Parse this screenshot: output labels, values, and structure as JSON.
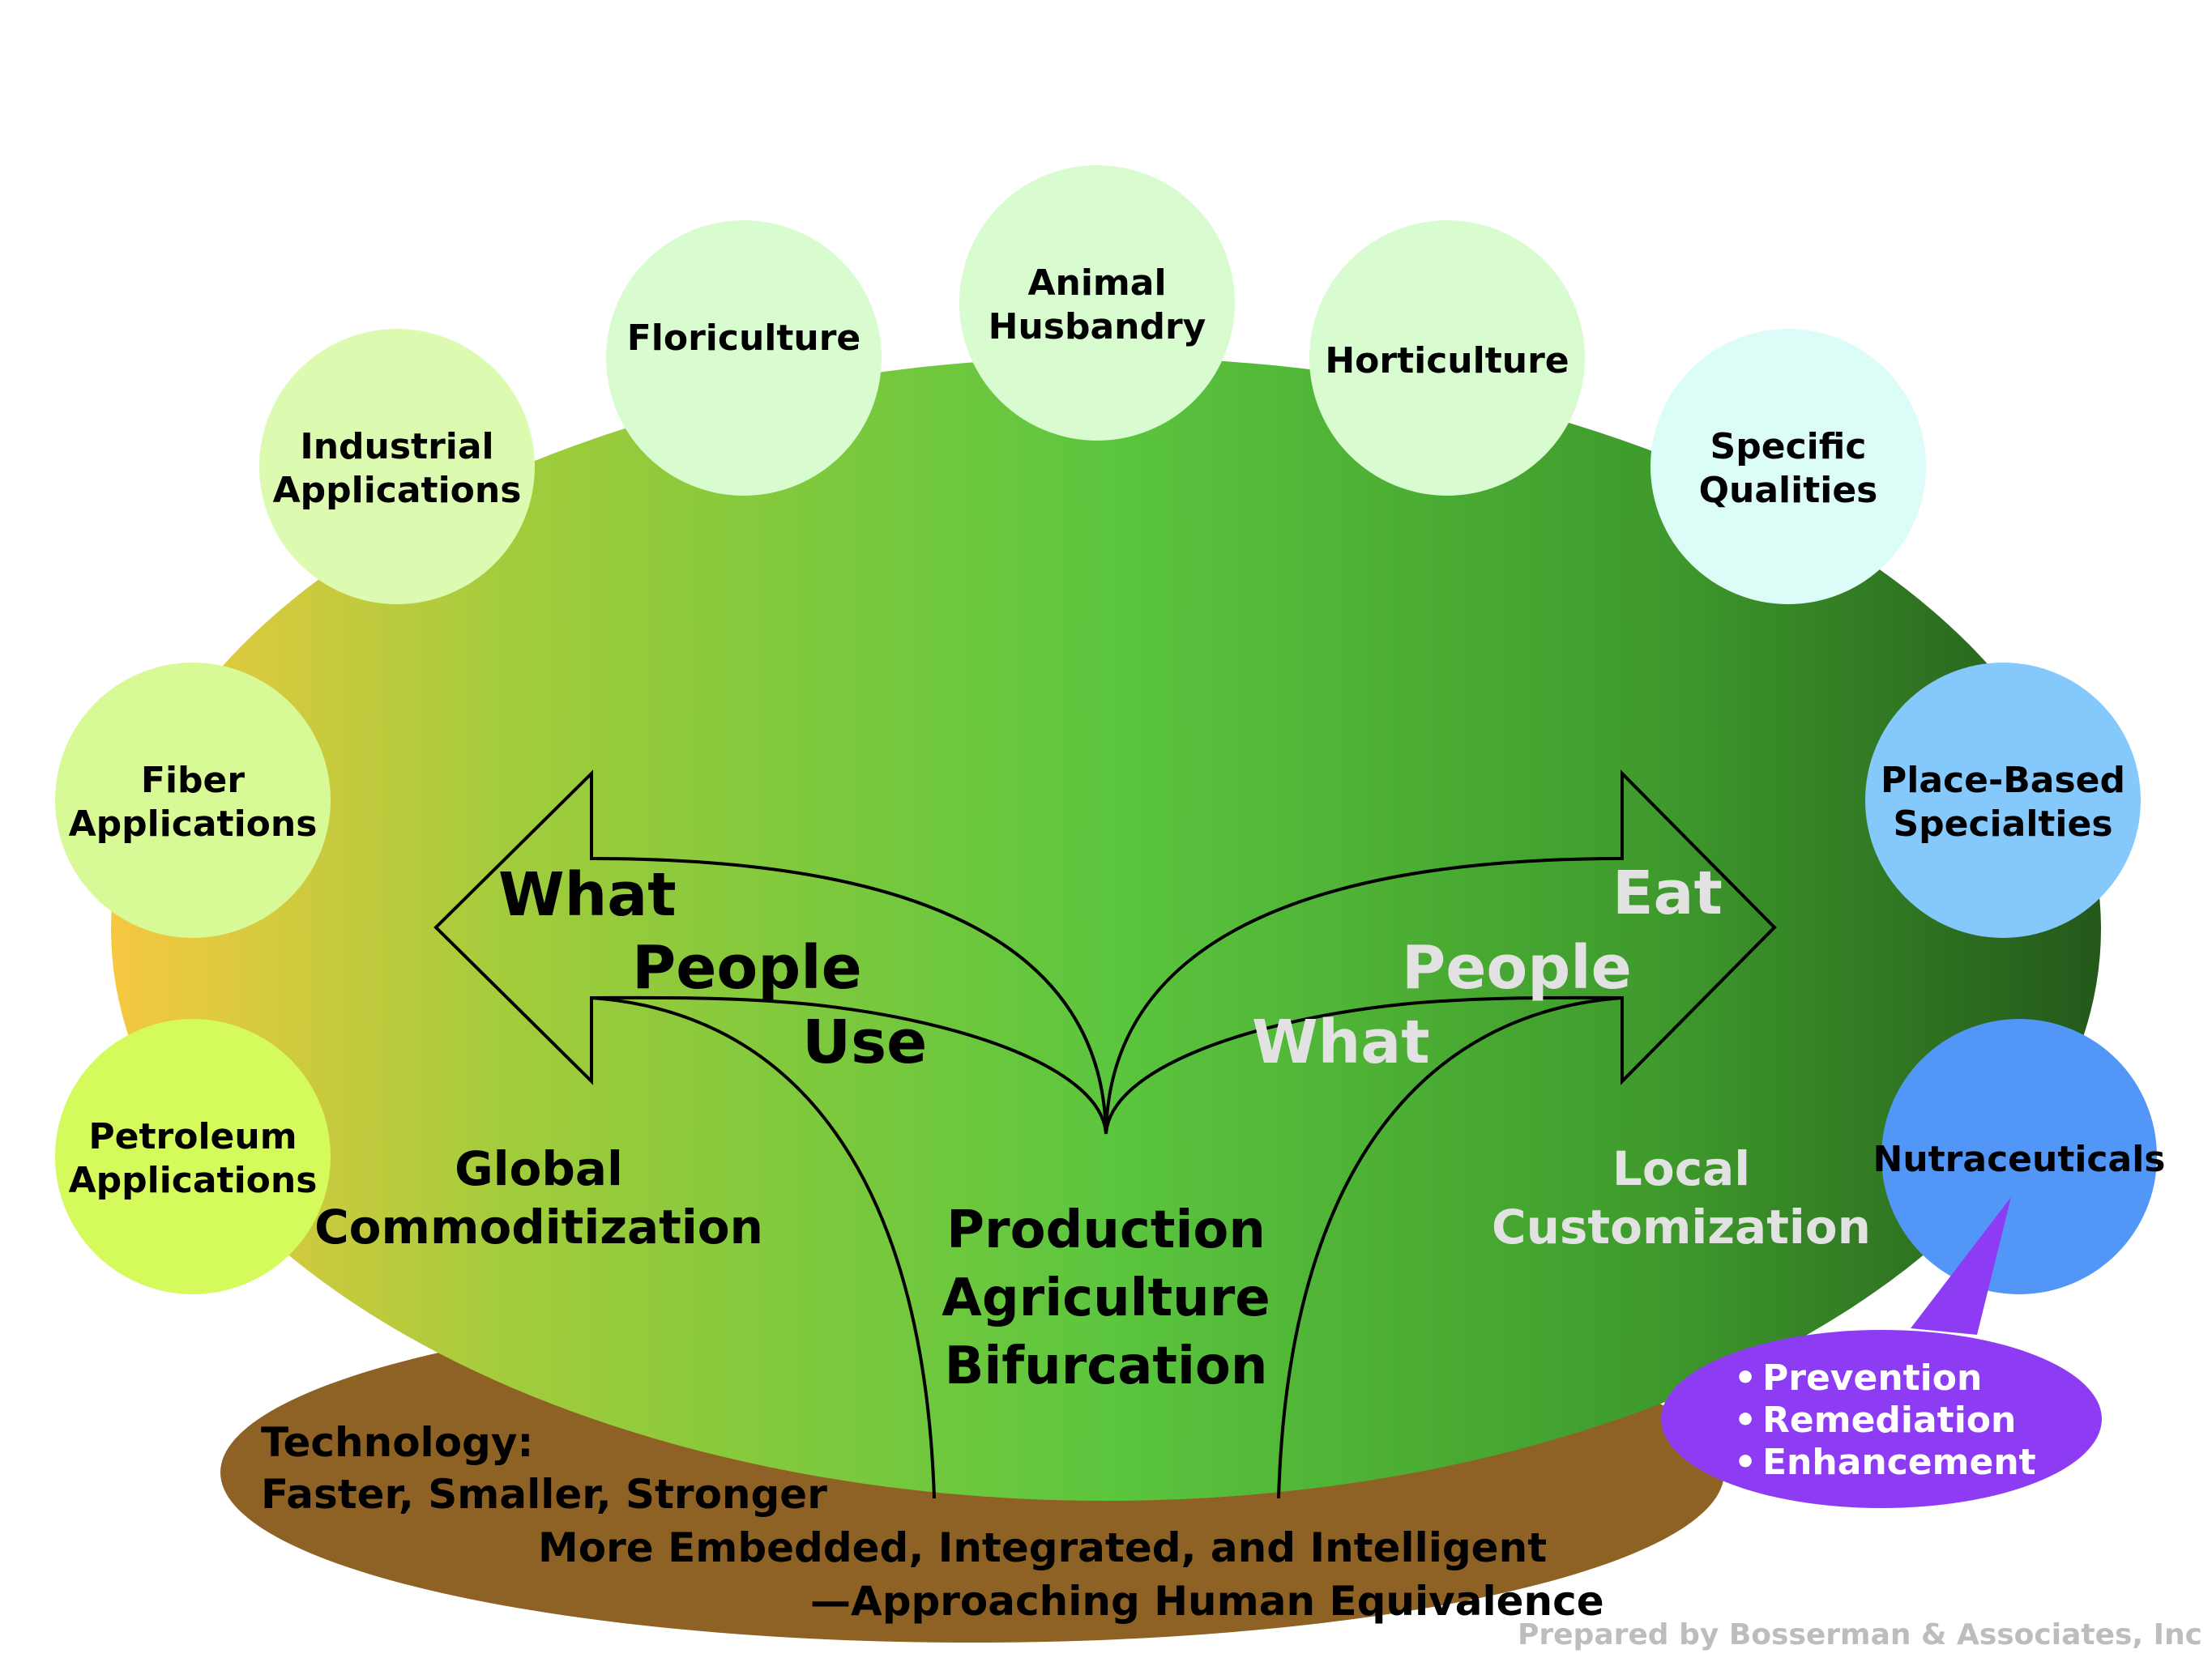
{
  "diagram": {
    "center_label": [
      "Production",
      "Agriculture",
      "Bifurcation"
    ],
    "left_arrow_words": [
      "What",
      "People",
      "Use"
    ],
    "right_arrow_words": [
      "Eat",
      "People",
      "What"
    ],
    "left_caption": [
      "Global",
      "Commoditization"
    ],
    "right_caption": [
      "Local",
      "Customization"
    ],
    "circles": [
      {
        "id": "petroleum",
        "lines": [
          "Petroleum",
          "Applications"
        ],
        "color": "#d4fa5c"
      },
      {
        "id": "fiber",
        "lines": [
          "Fiber",
          "Applications"
        ],
        "color": "#d8fa96"
      },
      {
        "id": "industrial",
        "lines": [
          "Industrial",
          "Applications"
        ],
        "color": "#dcfbb1"
      },
      {
        "id": "floriculture",
        "lines": [
          "Floriculture"
        ],
        "color": "#d8fbd0"
      },
      {
        "id": "animal",
        "lines": [
          "Animal",
          "Husbandry"
        ],
        "color": "#d8fbd0"
      },
      {
        "id": "horticulture",
        "lines": [
          "Horticulture"
        ],
        "color": "#d8fbd0"
      },
      {
        "id": "specific",
        "lines": [
          "Specific",
          "Qualities"
        ],
        "color": "#dcfcf8"
      },
      {
        "id": "place",
        "lines": [
          "Place-Based",
          "Specialties"
        ],
        "color": "#84c8fc"
      },
      {
        "id": "nutra",
        "lines": [
          "Nutraceuticals"
        ],
        "color": "#5296f8"
      }
    ],
    "callout": [
      "Prevention",
      "Remediation",
      "Enhancement"
    ],
    "technology": [
      "Technology:",
      "Faster, Smaller, Stronger",
      "More Embedded, Integrated, and Intelligent",
      "—Approaching Human Equivalence"
    ],
    "credit": "Prepared by Bosserman & Associates, Inc",
    "colors": {
      "ellipse_left": "#f6c840",
      "ellipse_center": "#5cc63e",
      "ellipse_right": "#24581a",
      "soil": "#8e6224",
      "callout": "#8e3cf4",
      "light_text": "#e2e2e2",
      "dark_text": "#000000"
    }
  }
}
